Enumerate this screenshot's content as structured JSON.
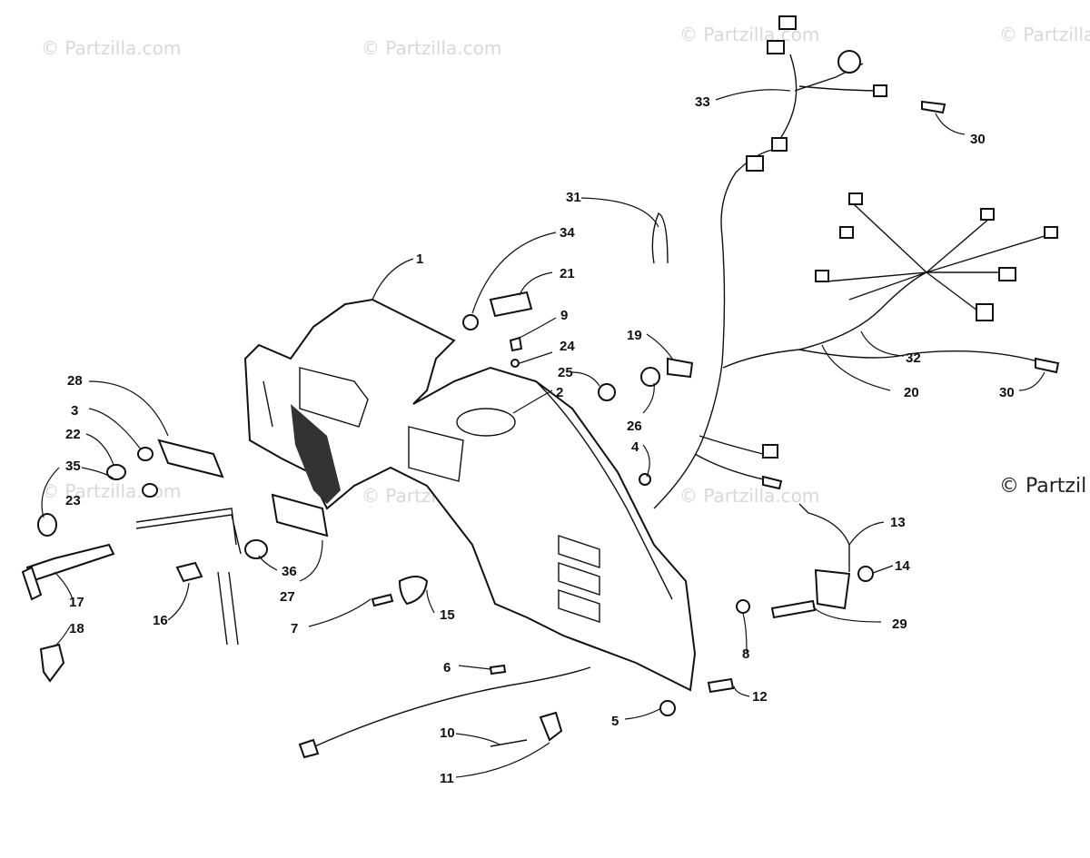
{
  "watermark": {
    "text": "© Partzilla.com",
    "partial_text": "© Partzil"
  },
  "callouts": [
    "1",
    "2",
    "3",
    "4",
    "5",
    "6",
    "7",
    "8",
    "9",
    "10",
    "11",
    "12",
    "13",
    "14",
    "15",
    "16",
    "17",
    "18",
    "19",
    "20",
    "21",
    "22",
    "23",
    "24",
    "25",
    "26",
    "27",
    "28",
    "29",
    "30",
    "30",
    "31",
    "32",
    "33",
    "34",
    "35",
    "36"
  ]
}
